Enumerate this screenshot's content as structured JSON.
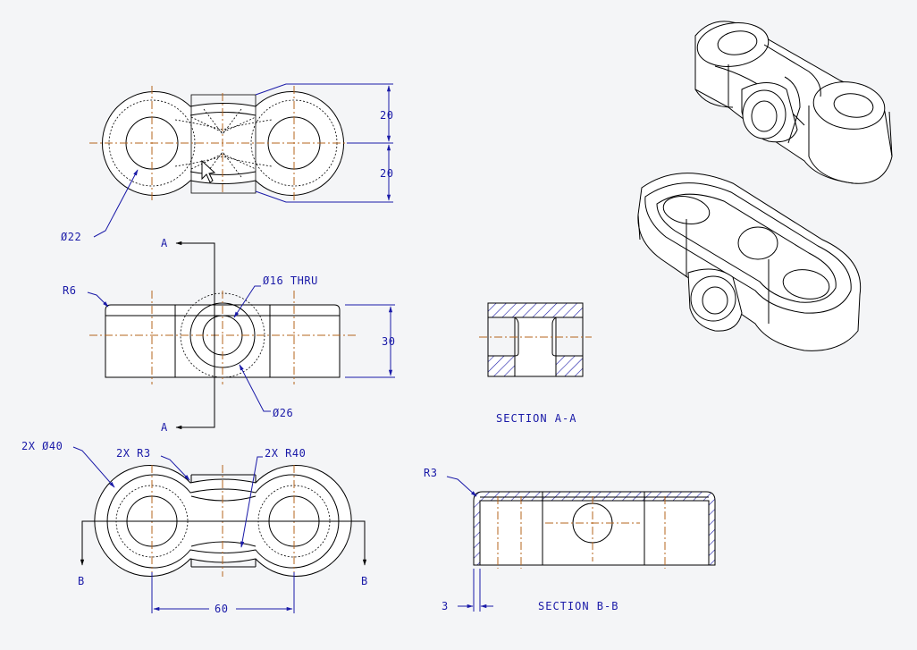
{
  "drawing": {
    "top_view": {
      "dim_upper": "20",
      "dim_lower": "20",
      "hole_dia": "Ø22"
    },
    "front_view": {
      "radius": "R6",
      "bore_thru": "Ø16 THRU",
      "bore_outer": "Ø26",
      "height": "30",
      "section_mark_top": "A",
      "section_mark_bottom": "A"
    },
    "bottom_view": {
      "outer_dia": "2X Ø40",
      "fillet": "2X R3",
      "waist_radius": "2X R40",
      "center_distance": "60",
      "section_mark_left": "B",
      "section_mark_right": "B"
    },
    "section_a": {
      "title": "SECTION A-A"
    },
    "section_b": {
      "title": "SECTION B-B",
      "radius": "R3",
      "wall": "3"
    }
  },
  "colors": {
    "annotation": "#1a1aa8",
    "centerline": "#b5651d",
    "background": "#f4f5f7",
    "geometry": "#000000"
  }
}
